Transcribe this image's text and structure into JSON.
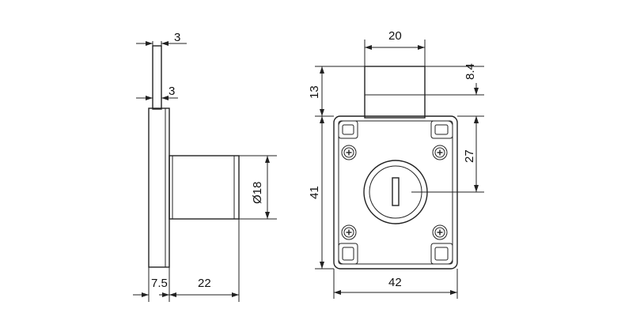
{
  "dimensions": {
    "side_top_width": "3",
    "side_shaft_width": "3",
    "side_flange_thickness": "7.5",
    "side_body_depth": "22",
    "cylinder_diameter": "Ø18",
    "front_cylinder_width": "20",
    "front_cylinder_projection": "8.4",
    "front_top_offset": "13",
    "front_key_center": "27",
    "front_height": "41",
    "front_width": "42"
  },
  "colors": {
    "line": "#222222",
    "background": "#ffffff"
  }
}
